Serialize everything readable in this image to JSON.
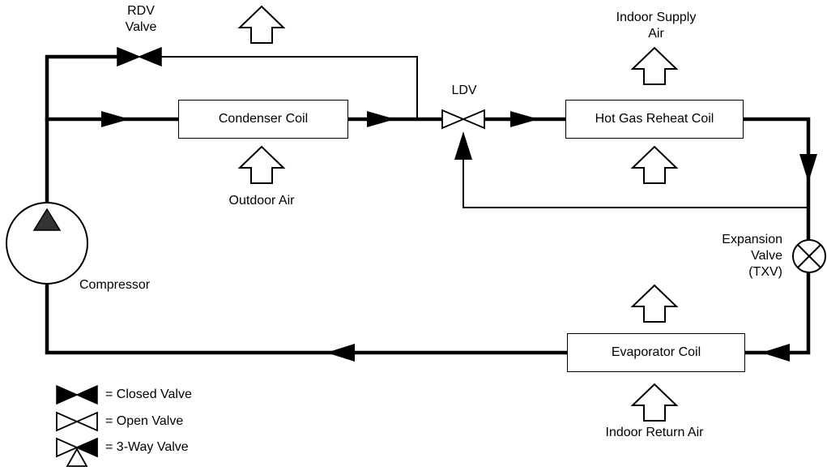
{
  "components": {
    "rdv_valve": "RDV\nValve",
    "condenser_coil": "Condenser Coil",
    "outdoor_air": "Outdoor Air",
    "ldv": "LDV",
    "indoor_supply_air": "Indoor Supply\nAir",
    "hot_gas_reheat_coil": "Hot Gas Reheat Coil",
    "expansion_valve": "Expansion\nValve\n(TXV)",
    "compressor": "Compressor",
    "evaporator_coil": "Evaporator Coil",
    "indoor_return_air": "Indoor Return Air"
  },
  "legend": {
    "closed_valve": "= Closed Valve",
    "open_valve": "= Open Valve",
    "three_way_valve": "= 3-Way Valve"
  }
}
